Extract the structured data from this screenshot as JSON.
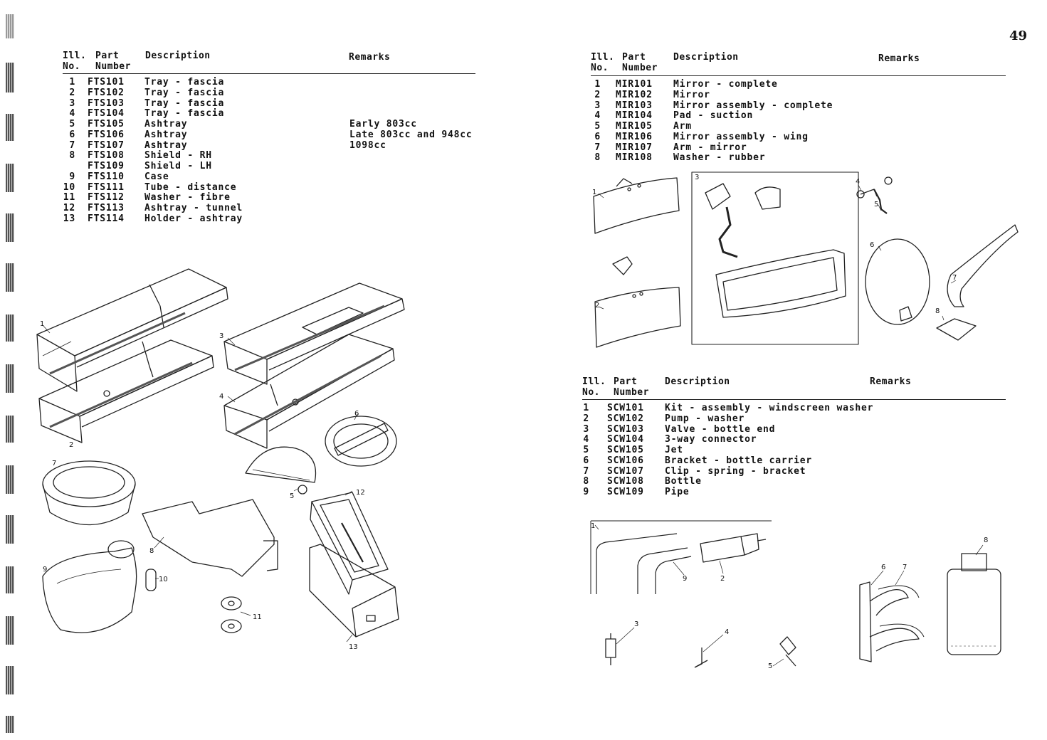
{
  "page_number": "49",
  "left_table": {
    "headers": {
      "ill": "Ill.",
      "no": "No.",
      "part": "Part",
      "number": "Number",
      "description": "Description",
      "remarks": "Remarks"
    },
    "rows": [
      {
        "ill": "1",
        "part": "FTS101",
        "desc": "Tray - fascia",
        "remarks": ""
      },
      {
        "ill": "2",
        "part": "FTS102",
        "desc": "Tray - fascia",
        "remarks": ""
      },
      {
        "ill": "3",
        "part": "FTS103",
        "desc": "Tray - fascia",
        "remarks": ""
      },
      {
        "ill": "4",
        "part": "FTS104",
        "desc": "Tray - fascia",
        "remarks": ""
      },
      {
        "ill": "5",
        "part": "FTS105",
        "desc": "Ashtray",
        "remarks": "Early 803cc"
      },
      {
        "ill": "6",
        "part": "FTS106",
        "desc": "Ashtray",
        "remarks": "Late 803cc and 948cc"
      },
      {
        "ill": "7",
        "part": "FTS107",
        "desc": "Ashtray",
        "remarks": "1098cc"
      },
      {
        "ill": "8",
        "part": "FTS108",
        "desc": "Shield - RH",
        "remarks": ""
      },
      {
        "ill": "",
        "part": "FTS109",
        "desc": "Shield - LH",
        "remarks": ""
      },
      {
        "ill": "9",
        "part": "FTS110",
        "desc": "Case",
        "remarks": ""
      },
      {
        "ill": "10",
        "part": "FTS111",
        "desc": "Tube - distance",
        "remarks": ""
      },
      {
        "ill": "11",
        "part": "FTS112",
        "desc": "Washer - fibre",
        "remarks": ""
      },
      {
        "ill": "12",
        "part": "FTS113",
        "desc": "Ashtray - tunnel",
        "remarks": ""
      },
      {
        "ill": "13",
        "part": "FTS114",
        "desc": "Holder - ashtray",
        "remarks": ""
      }
    ]
  },
  "mirror_table": {
    "headers": {
      "ill": "Ill.",
      "no": "No.",
      "part": "Part",
      "number": "Number",
      "description": "Description",
      "remarks": "Remarks"
    },
    "rows": [
      {
        "ill": "1",
        "part": "MIR101",
        "desc": "Mirror - complete",
        "remarks": ""
      },
      {
        "ill": "2",
        "part": "MIR102",
        "desc": "Mirror",
        "remarks": ""
      },
      {
        "ill": "3",
        "part": "MIR103",
        "desc": "Mirror assembly - complete",
        "remarks": ""
      },
      {
        "ill": "4",
        "part": "MIR104",
        "desc": "Pad - suction",
        "remarks": ""
      },
      {
        "ill": "5",
        "part": "MIR105",
        "desc": "Arm",
        "remarks": ""
      },
      {
        "ill": "6",
        "part": "MIR106",
        "desc": "Mirror assembly - wing",
        "remarks": ""
      },
      {
        "ill": "7",
        "part": "MIR107",
        "desc": "Arm - mirror",
        "remarks": ""
      },
      {
        "ill": "8",
        "part": "MIR108",
        "desc": "Washer - rubber",
        "remarks": ""
      }
    ]
  },
  "washer_table": {
    "headers": {
      "ill": "Ill.",
      "no": "No.",
      "part": "Part",
      "number": "Number",
      "description": "Description",
      "remarks": "Remarks"
    },
    "rows": [
      {
        "ill": "1",
        "part": "SCW101",
        "desc": "Kit - assembly - windscreen washer",
        "remarks": ""
      },
      {
        "ill": "2",
        "part": "SCW102",
        "desc": "Pump - washer",
        "remarks": ""
      },
      {
        "ill": "3",
        "part": "SCW103",
        "desc": "Valve - bottle end",
        "remarks": ""
      },
      {
        "ill": "4",
        "part": "SCW104",
        "desc": "3-way connector",
        "remarks": ""
      },
      {
        "ill": "5",
        "part": "SCW105",
        "desc": "Jet",
        "remarks": ""
      },
      {
        "ill": "6",
        "part": "SCW106",
        "desc": "Bracket - bottle carrier",
        "remarks": ""
      },
      {
        "ill": "7",
        "part": "SCW107",
        "desc": "Clip - spring - bracket",
        "remarks": ""
      },
      {
        "ill": "8",
        "part": "SCW108",
        "desc": "Bottle",
        "remarks": ""
      },
      {
        "ill": "9",
        "part": "SCW109",
        "desc": "Pipe",
        "remarks": ""
      }
    ]
  },
  "callouts": {
    "fascia": [
      "1",
      "2",
      "3",
      "4",
      "5",
      "6",
      "7",
      "8",
      "9",
      "10",
      "11",
      "12",
      "13"
    ],
    "mirror": [
      "1",
      "2",
      "3",
      "4",
      "5",
      "6",
      "7",
      "8"
    ],
    "washer": [
      "1",
      "2",
      "3",
      "4",
      "5",
      "6",
      "7",
      "8",
      "9"
    ]
  }
}
